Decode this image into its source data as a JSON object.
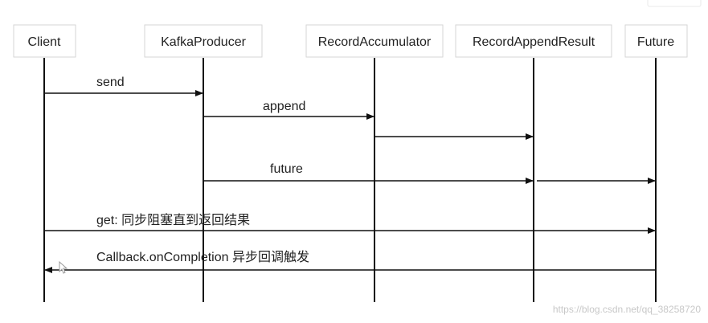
{
  "participants": [
    {
      "id": "client",
      "label": "Client"
    },
    {
      "id": "producer",
      "label": "KafkaProducer"
    },
    {
      "id": "accumulator",
      "label": "RecordAccumulator"
    },
    {
      "id": "appendresult",
      "label": "RecordAppendResult"
    },
    {
      "id": "future",
      "label": "Future"
    }
  ],
  "messages": [
    {
      "id": "send",
      "label": "send"
    },
    {
      "id": "append",
      "label": "append"
    },
    {
      "id": "to-appendresult",
      "label": ""
    },
    {
      "id": "future",
      "label": "future"
    },
    {
      "id": "future-to-future",
      "label": ""
    },
    {
      "id": "get",
      "label": "get: 同步阻塞直到返回结果"
    },
    {
      "id": "callback",
      "label": "Callback.onCompletion 异步回调触发"
    }
  ],
  "watermark": "https://blog.csdn.net/qq_38258720"
}
